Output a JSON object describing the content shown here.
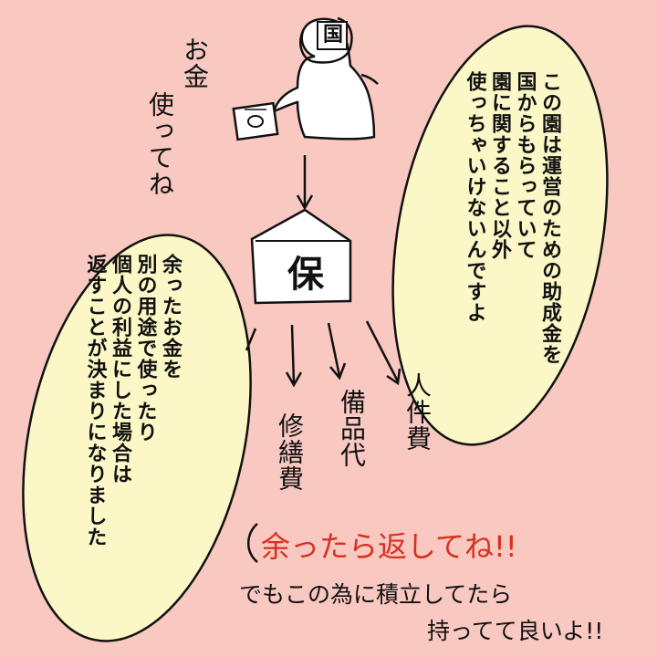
{
  "government": {
    "kanji": "国"
  },
  "nursery": {
    "kanji": "保"
  },
  "left_caption": {
    "line1": "お金",
    "line2": "使ってね"
  },
  "right_bubble": {
    "lines": [
      "この園は運営のための助成金を",
      "国からもらっていて",
      "園に関すること以外",
      "使っちゃいけないんですよ"
    ]
  },
  "left_bubble": {
    "lines": [
      "余ったお金を",
      "別の用途で使ったり",
      "個人の利益にした場合は",
      "返すことが決まりになりました"
    ]
  },
  "expense_labels": {
    "repair": "修繕費",
    "equipment": "備品代",
    "personnel": "人件費"
  },
  "bottom_text": {
    "red": "余ったら返してね!!",
    "black_line1": "でもこの為に積立してたら",
    "black_line2": "持ってて良いよ!!"
  },
  "colors": {
    "background": "#f8c8c1",
    "bubble_fill": "#fbf7c6",
    "accent_red": "#d8301f"
  }
}
